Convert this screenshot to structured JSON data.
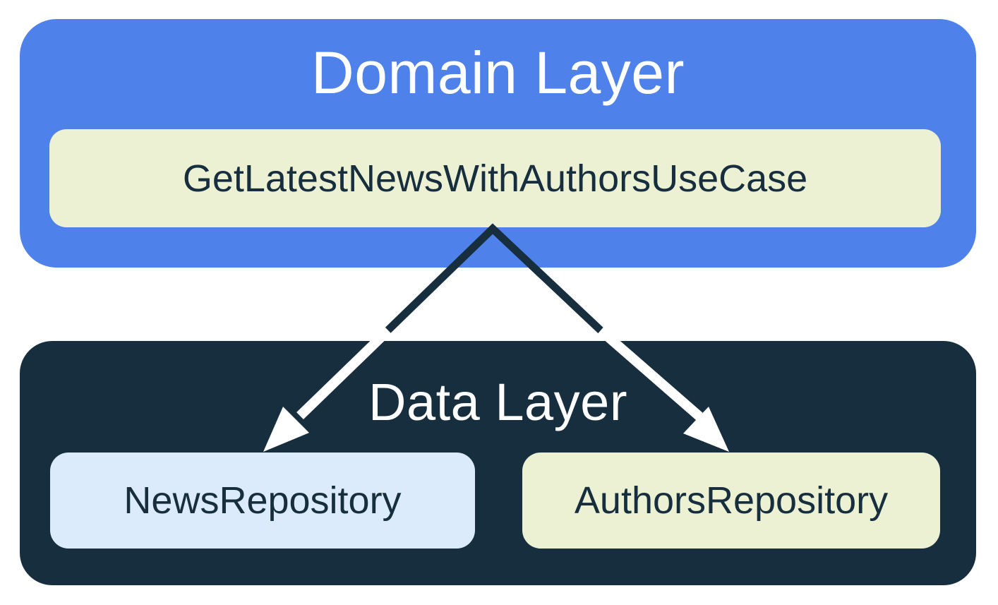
{
  "colors": {
    "domain-blue": "#4E82EA",
    "navy": "#172E3F",
    "cream": "#EDF1D3",
    "light-blue": "#DBEBFC",
    "text-light": "#FFFFFF"
  },
  "domain_layer": {
    "title": "Domain Layer",
    "use_case_label": "GetLatestNewsWithAuthorsUseCase"
  },
  "data_layer": {
    "title": "Data Layer",
    "repositories": [
      {
        "label": "NewsRepository"
      },
      {
        "label": "AuthorsRepository"
      }
    ]
  },
  "edges": [
    {
      "from": "GetLatestNewsWithAuthorsUseCase",
      "to": "NewsRepository"
    },
    {
      "from": "GetLatestNewsWithAuthorsUseCase",
      "to": "AuthorsRepository"
    }
  ]
}
